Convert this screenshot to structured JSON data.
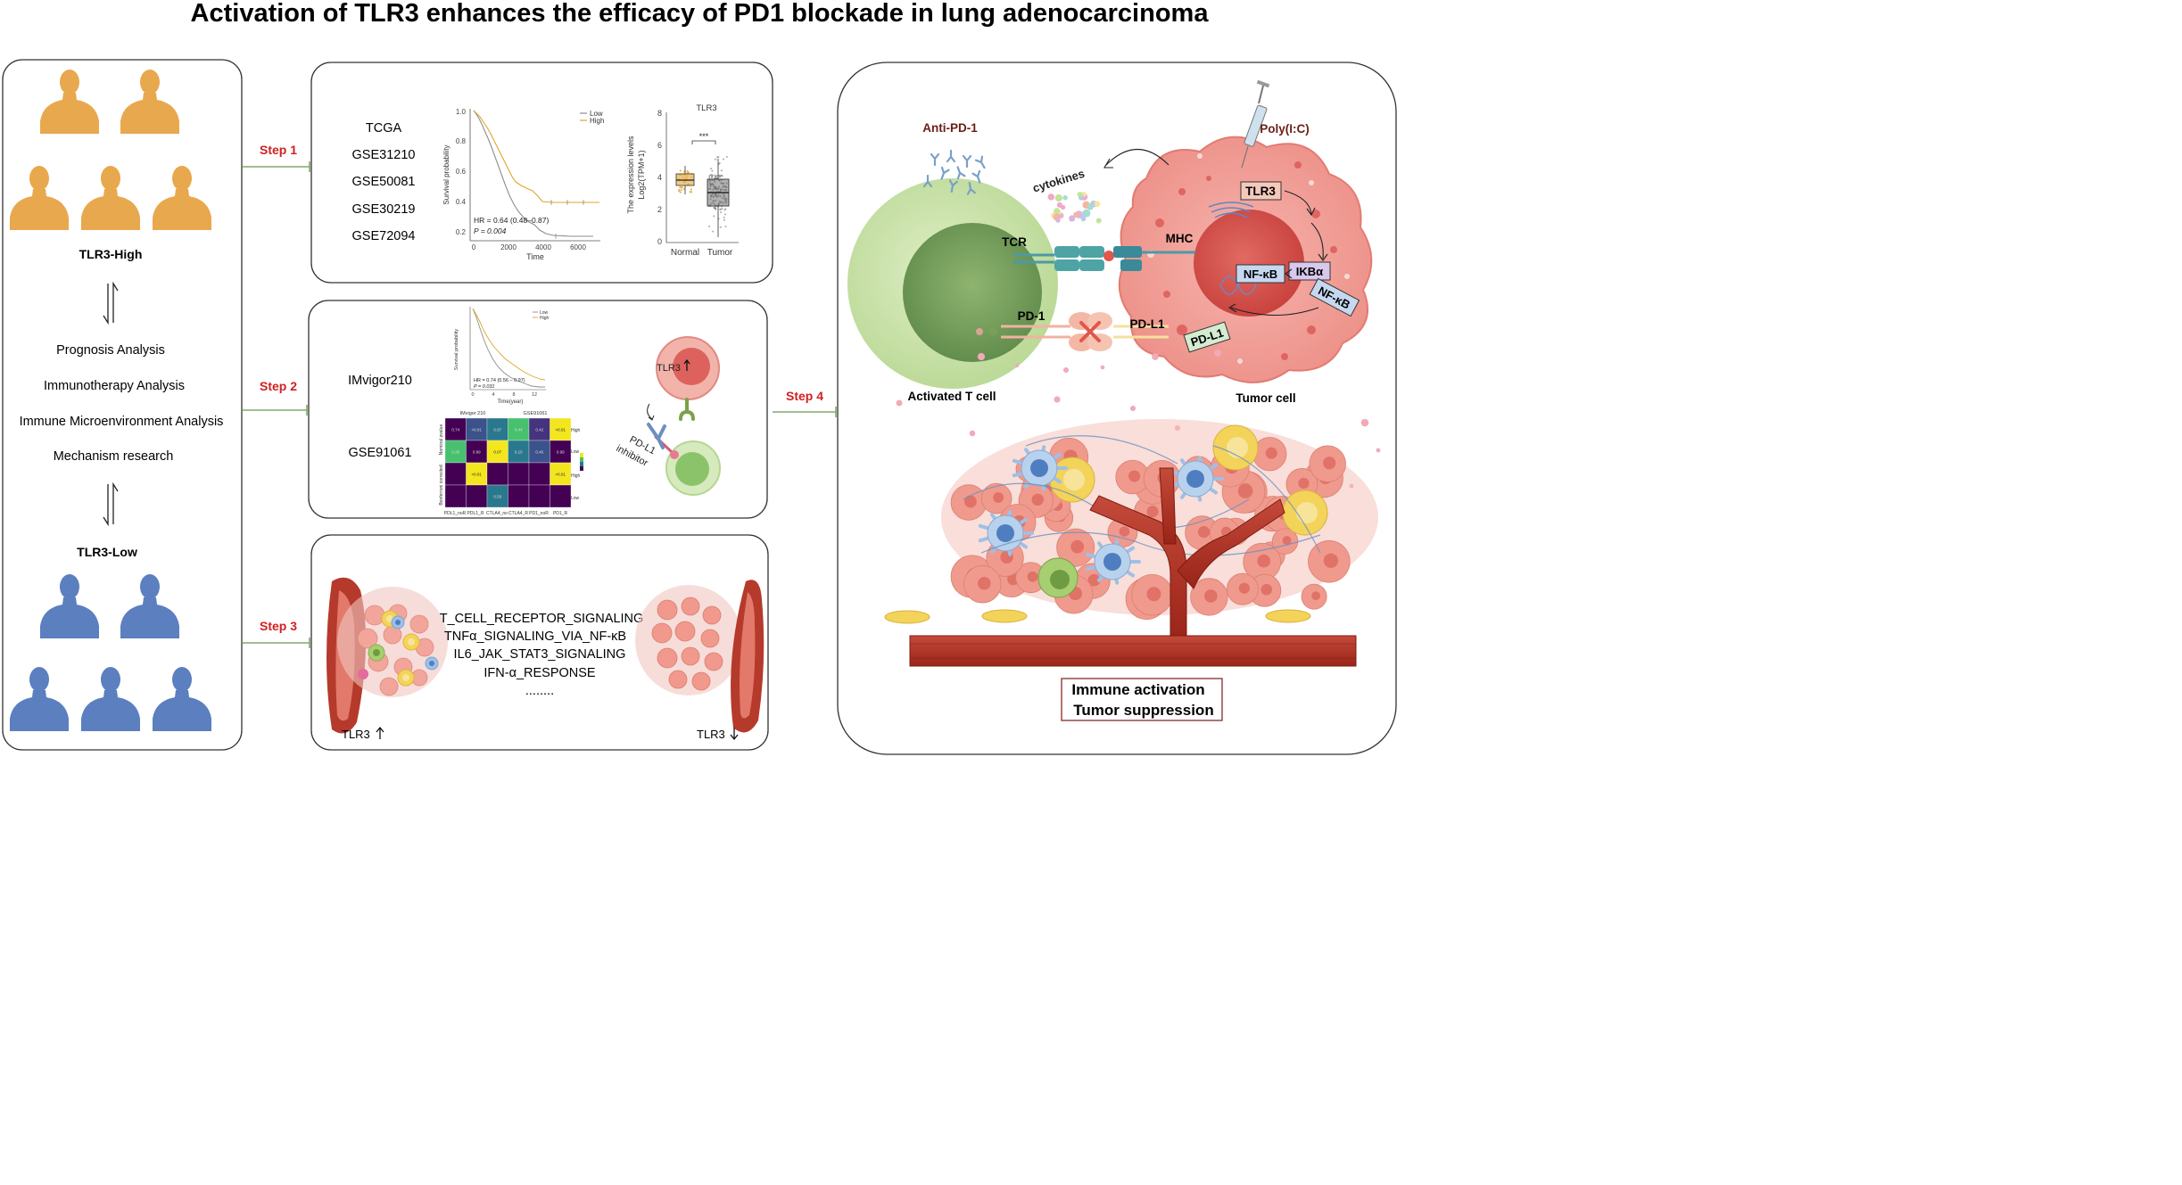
{
  "title": "Activation of TLR3 enhances the efficacy of PD1 blockade in lung adenocarcinoma",
  "left_panel": {
    "high_label": "TLR3-High",
    "low_label": "TLR3-Low",
    "analyses": [
      "Prognosis Analysis",
      "Immunotherapy Analysis",
      "Immune Microenvironment Analysis",
      "Mechanism research"
    ]
  },
  "steps": {
    "step1": "Step 1",
    "step2": "Step 2",
    "step3": "Step 3",
    "step4": "Step 4"
  },
  "step1": {
    "datasets": [
      "TCGA",
      "GSE31210",
      "GSE50081",
      "GSE30219",
      "GSE72094"
    ],
    "km": {
      "ylabel": "Survival probability",
      "xlabel": "Time",
      "yticks": [
        "1.0",
        "0.8",
        "0.6",
        "0.4",
        "0.2"
      ],
      "xticks": [
        "0",
        "2000",
        "4000",
        "6000"
      ],
      "legend_low": "Low",
      "legend_high": "High",
      "hr": "HR = 0.64 (0.48–0.87)",
      "p": "P = 0.004"
    },
    "box": {
      "title": "TLR3",
      "ylabel1": "The expression levels",
      "ylabel2": "Log2(TPM+1)",
      "yticks": [
        "8",
        "6",
        "4",
        "2",
        "0"
      ],
      "xlabels": [
        "Normal",
        "Tumor"
      ],
      "sig": "***"
    }
  },
  "step2": {
    "datasets": [
      "IMvigor210",
      "GSE91061"
    ],
    "km": {
      "ylabel": "Survival probability",
      "xlabel": "Time(year)",
      "xticks": [
        "0",
        "4",
        "8",
        "12"
      ],
      "legend_low": "Low",
      "legend_high": "High",
      "hr": "HR = 0.74 (0.56 – 0.97)",
      "p": "P = 0.031"
    },
    "heatmap": {
      "header_left": "IMvigor 210",
      "header_right": "GSE91061",
      "row_groups": [
        "Nominal pvalue",
        "Bonferroni corrected"
      ],
      "row_labels": [
        "High",
        "Low",
        "High",
        "Low"
      ],
      "col_labels": [
        "PDL1_noR",
        "PDL1_R",
        "CTLA4_no",
        "CTLA4_R",
        "PD1_noR",
        "PD1_R"
      ],
      "cells": [
        [
          "0.74",
          "<0.01",
          "0.97",
          "0.44",
          "0.42",
          "<0.01"
        ],
        [
          "0.26",
          "0.99",
          "0.07",
          "0.15",
          "0.46",
          "0.99"
        ],
        [
          "",
          "<0.01",
          "",
          "",
          "",
          "<0.01"
        ],
        [
          "",
          "",
          "0.56",
          "",
          "",
          ""
        ]
      ]
    },
    "tlr3_label": "TLR3",
    "inhibitor_label": [
      "PD-L1",
      "inhibitor"
    ]
  },
  "step3": {
    "pathways": [
      "T_CELL_RECEPTOR_SIGNALING",
      "TNFα_SIGNALING_VIA_NF-κB",
      "IL6_JAK_STAT3_SIGNALING",
      "IFN-α_RESPONSE",
      "........"
    ],
    "up_label": "TLR3",
    "down_label": "TLR3"
  },
  "step4": {
    "anti_pd1": "Anti-PD-1",
    "poly": "Poly(I:C)",
    "cytokines": "cytokines",
    "tlr3": "TLR3",
    "tcr": "TCR",
    "mhc": "MHC",
    "nfkb": "NF-κB",
    "ikba": "IKBα",
    "nfkb2": "NF-κB",
    "pd1": "PD-1",
    "pdl1_label": "PD-L1",
    "pdl1_box": "PD-L1",
    "t_cell": "Activated T cell",
    "tumor_cell": "Tumor cell",
    "outcome1": "Immune activation",
    "outcome2": "Tumor suppression"
  },
  "colors": {
    "high_orange": "#e7a64b",
    "low_blue": "#5b7fbf",
    "step_red": "#d22020",
    "connector_green": "#7ea86a"
  }
}
